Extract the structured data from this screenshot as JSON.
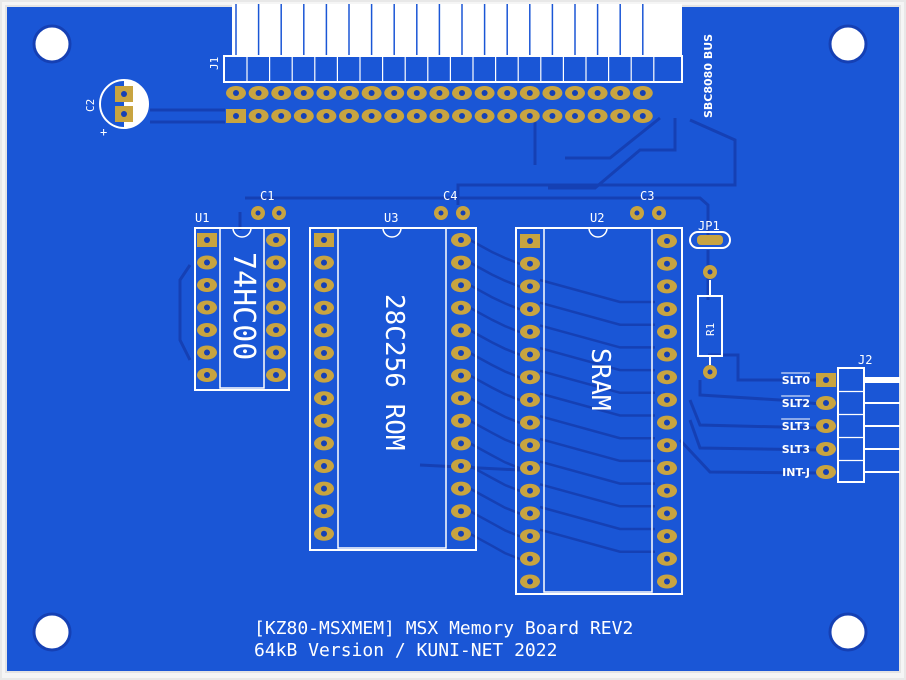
{
  "board": {
    "colors": {
      "copper": "#1a56d6",
      "copper_dark": "#1540b4",
      "trace": "#2a63e4",
      "pad": "#c8a440",
      "silkscreen": "#ffffff",
      "background": "#e8e8e8"
    },
    "title_line1": "[KZ80-MSXMEM] MSX Memory Board REV2",
    "title_line2": "64kB Version / KUNI-NET 2022"
  },
  "connector_j1": {
    "ref": "J1",
    "label": "SBC8080 BUS",
    "pins_per_row": 19
  },
  "connector_j2": {
    "ref": "J2",
    "signals": [
      "SLT0",
      "SLT2",
      "SLT3",
      "SLT3",
      "INT-J"
    ]
  },
  "components": {
    "c1": "C1",
    "c2": "C2",
    "c3": "C3",
    "c4": "C4",
    "jp1": "JP1",
    "r1": "R1",
    "u1": {
      "ref": "U1",
      "value": "74HC00",
      "pins_per_side": 7
    },
    "u3": {
      "ref": "U3",
      "value": "28C256 ROM",
      "pins_per_side": 14
    },
    "u2": {
      "ref": "U2",
      "value": "SRAM",
      "pins_per_side": 16
    }
  }
}
